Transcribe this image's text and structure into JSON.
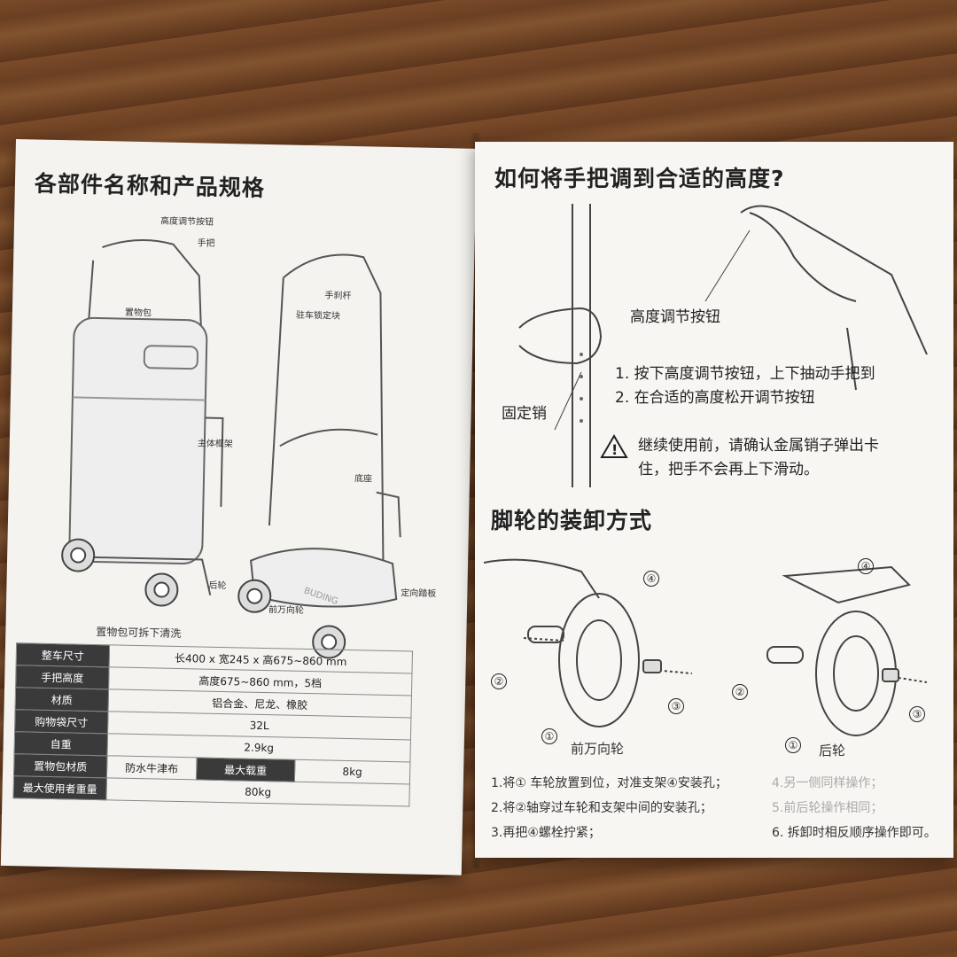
{
  "left": {
    "title": "各部件名称和产品规格",
    "labels": {
      "height_button": "高度调节按钮",
      "handle": "手把",
      "bag": "置物包",
      "hand_brake": "手刹杆",
      "parking_lock": "驻车锁定块",
      "main_frame": "主体框架",
      "base": "底座",
      "rear_wheel": "后轮",
      "front_wheel": "前万向轮",
      "pedal": "定向踏板",
      "bag_note": "置物包可拆下清洗",
      "brand": "BUDING"
    },
    "spec_table": [
      {
        "label": "整车尺寸",
        "value": "长400 x 宽245 x 高675~860 mm"
      },
      {
        "label": "手把高度",
        "value": "高度675~860 mm，5档"
      },
      {
        "label": "材质",
        "value": "铝合金、尼龙、橡胶"
      },
      {
        "label": "购物袋尺寸",
        "value": "32L"
      },
      {
        "label": "自重",
        "value": "2.9kg"
      },
      {
        "label": "置物包材质",
        "value": "防水牛津布",
        "label2": "最大载重",
        "value2": "8kg"
      },
      {
        "label": "最大使用者重量",
        "value": "80kg"
      }
    ]
  },
  "right": {
    "title1": "如何将手把调到合适的高度?",
    "button_label": "高度调节按钮",
    "pin_label": "固定销",
    "steps": [
      "1.  按下高度调节按钮，上下抽动手把到",
      "2.  在合适的高度松开调节按钮"
    ],
    "warning_line1": "继续使用前，请确认金属销子弹出卡",
    "warning_line2": "住，把手不会再上下滑动。",
    "title2": "脚轮的装卸方式",
    "front_wheel_label": "前万向轮",
    "rear_wheel_label": "后轮",
    "numbers": [
      "①",
      "②",
      "③",
      "④"
    ],
    "instructions_left": [
      "1.将① 车轮放置到位，对准支架④安装孔；",
      "2.将②轴穿过车轮和支架中间的安装孔；",
      "3.再把④螺栓拧紧；"
    ],
    "instructions_right": [
      "4.另一侧同样操作；",
      "5.前后轮操作相同；",
      "6. 拆卸时相反顺序操作即可。"
    ]
  }
}
